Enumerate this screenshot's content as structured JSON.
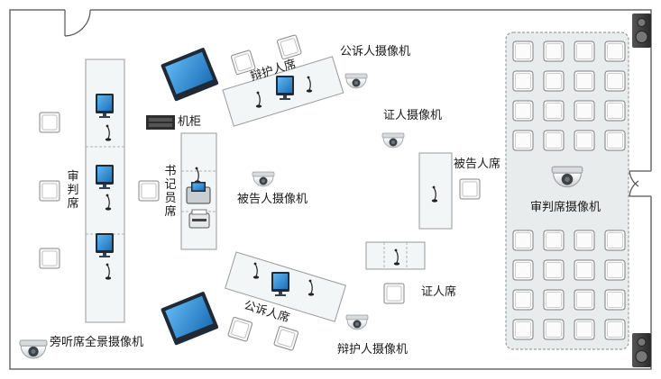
{
  "labels": {
    "cabinet": "机柜",
    "defense_seat": "辩护人席",
    "prosecution_camera": "公诉人摄像机",
    "witness_camera": "证人摄像机",
    "judge_seat": "审判席",
    "clerk_seat": "书记员席",
    "defendant_camera": "被告人摄像机",
    "defendant_seat": "被告人席",
    "judge_camera": "审判席摄像机",
    "prosecution_seat": "公诉人席",
    "witness_seat": "证人席",
    "gallery_camera": "旁听席全景摄像机",
    "defense_camera": "辩护人摄像机"
  },
  "colors": {
    "wall": "#6b6b6b",
    "desk_fill": "#f3f6f6",
    "desk_stroke": "#9a9a9a",
    "chair_fill": "#f7f7f7",
    "chair_stroke": "#8a8a8a",
    "monitor_frame": "#1f2a36",
    "monitor_screen": "#2f8fd6",
    "speaker": "#3a3a3a",
    "gallery_fill": "#e9ecec"
  }
}
